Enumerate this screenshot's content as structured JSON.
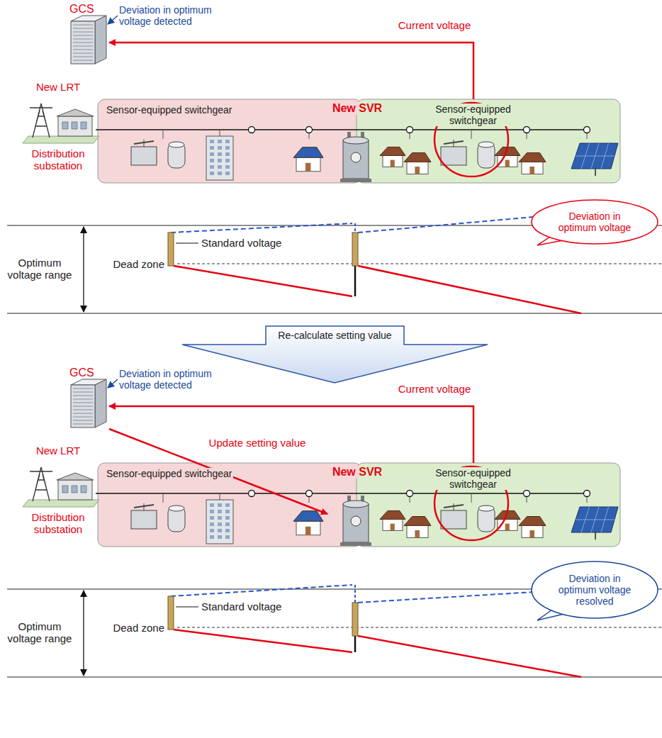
{
  "diagram": {
    "nodes": [
      {
        "text": [
          "GCS"
        ]
      },
      {
        "text": [
          "New LRT",
          "Distribution substation"
        ]
      },
      {
        "text": [
          "Sensor-equipped switchgear"
        ]
      },
      {
        "text": [
          "New SVR"
        ]
      },
      {
        "text": [
          "Sensor-equipped switchgear"
        ]
      },
      {
        "text": [
          "Deviation in optimum voltage"
        ]
      },
      {
        "text": [
          "Re-calculate setting value"
        ]
      },
      {
        "text": [
          "GCS"
        ]
      },
      {
        "text": [
          "New LRT",
          "Distribution substation"
        ]
      },
      {
        "text": [
          "Sensor-equipped switchgear"
        ]
      },
      {
        "text": [
          "New SVR"
        ]
      },
      {
        "text": [
          "Sensor-equipped switchgear"
        ]
      },
      {
        "text": [
          "Deviation in optimum voltage resolved"
        ]
      }
    ],
    "edges": [
      {
        "from": 4,
        "to": 0,
        "arrow": "to",
        "label": "Current voltage"
      },
      {
        "from": 11,
        "to": 7,
        "arrow": "to",
        "label": "Current voltage"
      },
      {
        "from": 7,
        "to": 10,
        "arrow": "to",
        "label": "Update setting value"
      }
    ],
    "labels": [
      "Deviation in optimum voltage detected",
      "Optimum voltage range",
      "Standard voltage",
      "Dead zone",
      "Deviation in optimum voltage detected",
      "Optimum voltage range",
      "Standard voltage",
      "Dead zone"
    ]
  }
}
